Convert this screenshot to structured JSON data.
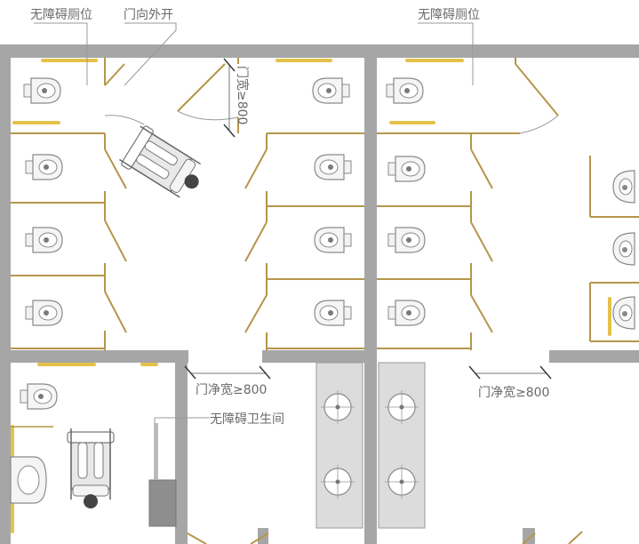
{
  "labels": {
    "accessible_stall_left": "无障碍厕位",
    "door_opens_outward": "门向外开",
    "door_width_vertical": "门宽≥800",
    "accessible_stall_right": "无障碍厕位",
    "door_clear_width_left": "门净宽≥800",
    "door_clear_width_right": "门净宽≥800",
    "accessible_washroom": "无障碍卫生间"
  },
  "colors": {
    "wall": "#a6a6a6",
    "grab_bar": "#e4c14a",
    "partition": "#b5964a",
    "fixture_outline": "#8a8a8a",
    "fixture_fill": "#f2f2f2",
    "label_text": "#6a6a6a",
    "leader_line": "#9a9a9a",
    "wheelchair_gray": "#7a7a7a"
  },
  "icons": [
    "toilet-icon",
    "wheelchair-user-icon",
    "urinal-icon",
    "washbasin-icon"
  ]
}
